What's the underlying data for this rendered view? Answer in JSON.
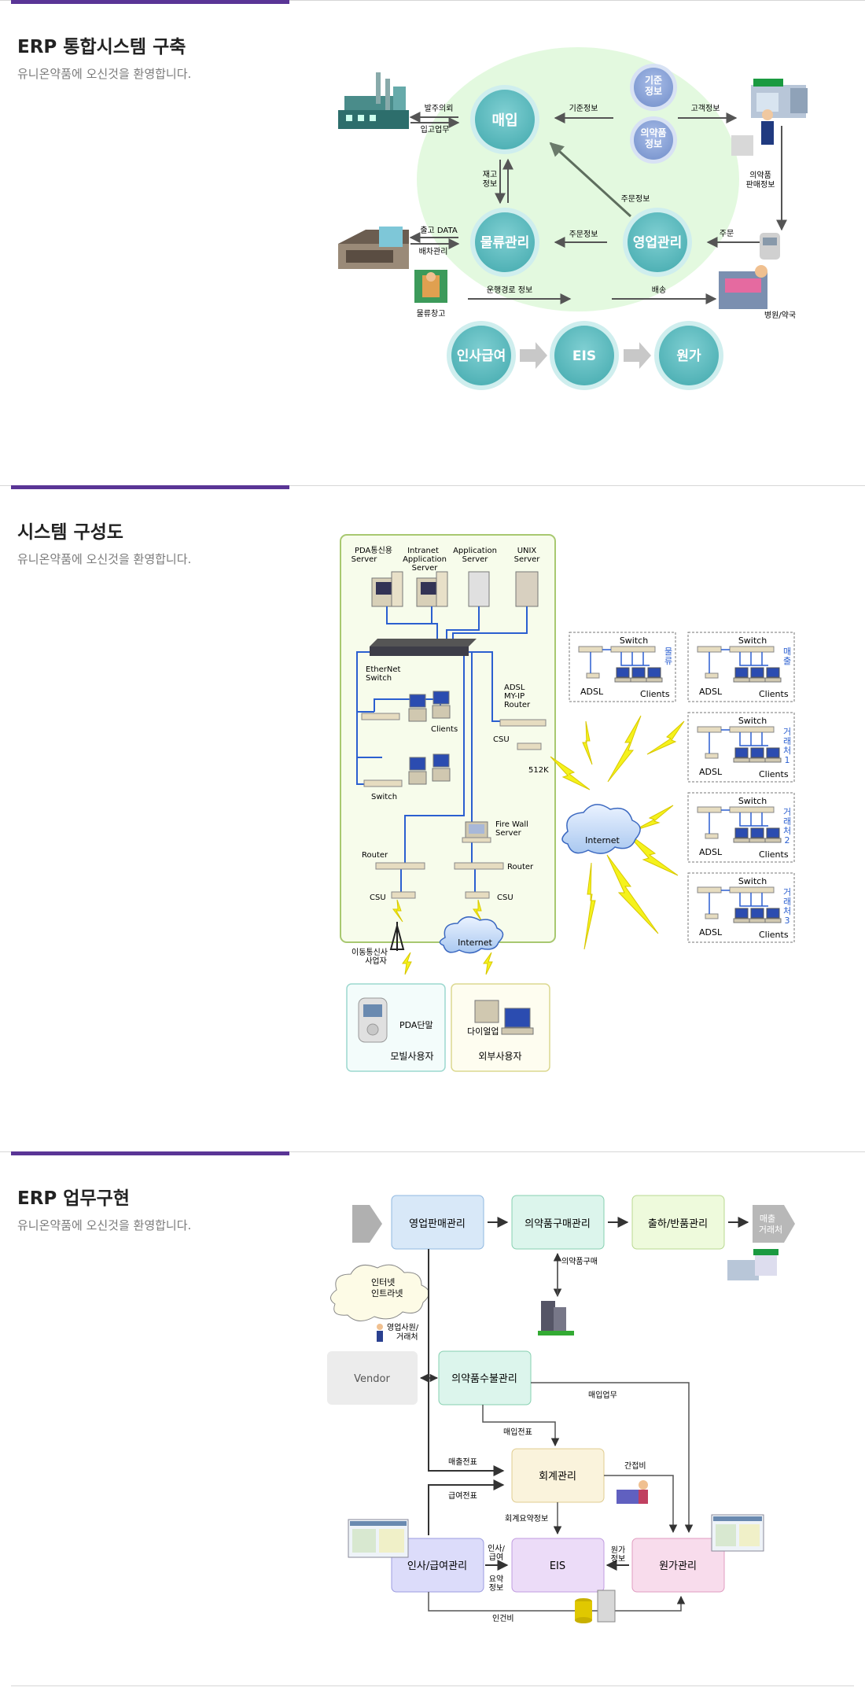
{
  "sections": [
    {
      "title": "ERP 통합시스템 구축",
      "subtitle": "유니온약품에 오신것을 환영합니다."
    },
    {
      "title": "시스템 구성도",
      "subtitle": "유니온약품에 오신것을 환영합니다."
    },
    {
      "title": "ERP 업무구현",
      "subtitle": "유니온약품에 오신것을 환영합니다."
    }
  ],
  "d1": {
    "maeip": "매입",
    "giJun": "기준\n정보",
    "uiyak": "의약품\n정보",
    "mulryu": "물류관리",
    "youngup": "영업관리",
    "insa": "인사급여",
    "eis": "EIS",
    "wonga": "원가",
    "l_balju": "발주의뢰",
    "l_ipgo": "입고업무",
    "l_gijun_info": "기준정보",
    "l_gogaek": "고객정보",
    "l_jaego": "재고\n정보",
    "l_jumun_info_diag": "주문정보",
    "l_panmae": "의약품\n판매정보",
    "l_chulgo": "출고 DATA",
    "l_baecha": "배차관리",
    "l_jumun_info": "주문정보",
    "l_jumun": "주문",
    "l_mulryu_changgo": "물류창고",
    "l_unhaeng": "운행경로 정보",
    "l_baesong": "배송",
    "l_hospital": "병원/약국"
  },
  "d2": {
    "pda_server": "PDA통신용\nServer",
    "intranet_server": "Intranet\nApplication\nServer",
    "app_server": "Application\nServer",
    "unix_server": "UNIX\nServer",
    "ethernet": "EtherNet\nSwitch",
    "adsl_router": "ADSL\nMY-IP\nRouter",
    "clients": "Clients",
    "csu": "CSU",
    "k512": "512K",
    "switch": "Switch",
    "firewall": "Fire  Wall\nServer",
    "router": "Router",
    "internet": "Internet",
    "mobile_carrier": "이동통신사\n사업자",
    "pda": "PDA단말",
    "mobile_user": "모빌사용자",
    "dialup": "다이얼업",
    "external_user": "외부사용자",
    "adsl": "ADSL",
    "site_labels": [
      "물류",
      "매출",
      "거래처1",
      "거래처2",
      "거래처3"
    ]
  },
  "d3": {
    "youngup_panmae": "영업판매관리",
    "uiyak_gumae": "의약품구매관리",
    "chulha": "출하/반품관리",
    "maechul_geo": "매출\n거래처",
    "uiyak_gumae_lbl": "의약품구매",
    "internet_intranet": "인터넷\n인트라넷",
    "sales_staff": "영업사원/\n거래처",
    "vendor": "Vendor",
    "subul": "의약품수불관리",
    "maeip_upmu": "매입업무",
    "maeip_jeonpyo": "매입전표",
    "maechul_jeonpyo": "매출전표",
    "hoegye": "회계관리",
    "ganjeopbi": "간접비",
    "geupyeo_jeonpyo": "급여전표",
    "hoegye_yoyak": "회계요약정보",
    "insa_geupyeo": "인사/급여관리",
    "insa_yoyak": "인사/\n급여\n요약\n정보",
    "eis": "EIS",
    "wonga_info": "원가\n정보",
    "wonga": "원가관리",
    "ingeonbi": "인건비"
  }
}
